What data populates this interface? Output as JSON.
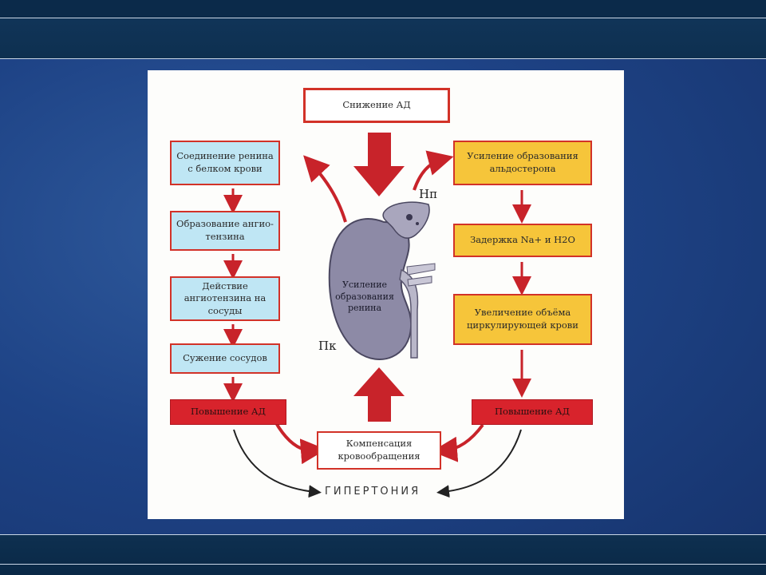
{
  "diagram": {
    "top_box": "Снижение АД",
    "left_chain": [
      "Соединение ренина с белком крови",
      "Образование ангио-тензина",
      "Действие ангиотензина на сосуды",
      "Сужение сосудов"
    ],
    "left_result": "Повышение АД",
    "right_chain": [
      "Усиление образования альдостерона",
      "Задержка Na+ и H2O",
      "Увеличение объёма циркулирующей крови"
    ],
    "right_result": "Повышение АД",
    "center_box": "Компенсация кровообращения",
    "kidney_label": "Усиление образования ренина",
    "label_np": "Нп",
    "label_pk": "Пк",
    "bottom_label": "ГИПЕРТОНИЯ"
  },
  "colors": {
    "blue_box": "#bfe6f4",
    "yellow_box": "#f6c53a",
    "red_box": "#d8232c",
    "arrow_red": "#c8232a",
    "background": "#1e4386"
  }
}
